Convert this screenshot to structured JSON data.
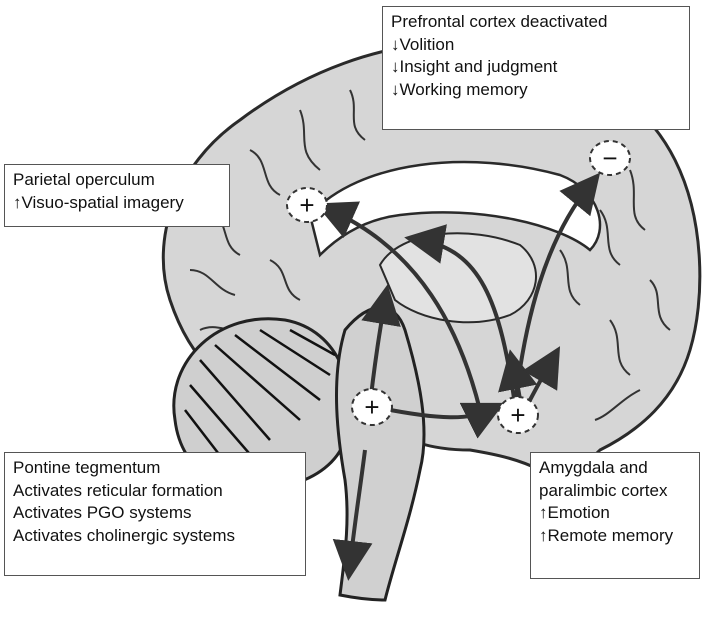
{
  "diagram": {
    "regions": {
      "prefrontal": {
        "lines": [
          "Prefrontal cortex deactivated",
          "Volition",
          "Insight and judgment",
          "Working memory"
        ],
        "arrows": [
          "",
          "↓",
          "↓",
          "↓"
        ]
      },
      "parietal": {
        "lines": [
          "Parietal operculum",
          "Visuo-spatial imagery"
        ],
        "arrows": [
          "",
          "↑"
        ]
      },
      "pontine": {
        "lines": [
          "Pontine tegmentum",
          "Activates reticular formation",
          "Activates PGO systems",
          "Activates cholinergic systems"
        ]
      },
      "amygdala": {
        "lines": [
          "Amygdala and",
          "paralimbic cortex",
          "Emotion",
          "Remote memory"
        ],
        "arrows": [
          "",
          "",
          "↑",
          "↑"
        ]
      }
    },
    "markers": {
      "plus": "+",
      "minus": "−"
    }
  }
}
